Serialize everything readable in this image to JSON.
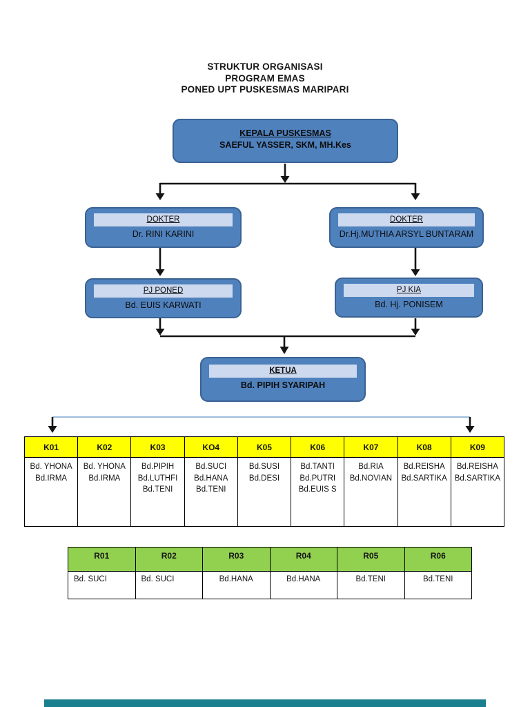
{
  "title": {
    "line1": "STRUKTUR ORGANISASI",
    "line2": "PROGRAM EMAS",
    "line3": "PONED UPT PUSKESMAS MARIPARI"
  },
  "org": {
    "kepala": {
      "role": "KEPALA PUSKESMAS",
      "name": "SAEFUL YASSER, SKM, MH.Kes"
    },
    "dokter_left": {
      "role": "DOKTER",
      "name": "Dr. RINI KARINI"
    },
    "dokter_right": {
      "role": "DOKTER",
      "name": "Dr.Hj.MUTHIA ARSYL BUNTARAM"
    },
    "pj_poned": {
      "role": "PJ PONED",
      "name": "Bd. EUIS KARWATI"
    },
    "pj_kia": {
      "role": "PJ KIA",
      "name": "Bd. Hj. PONISEM"
    },
    "ketua": {
      "role": "KETUA",
      "name": "Bd. PIPIH SYARIPAH"
    }
  },
  "k_table": {
    "headers": [
      "K01",
      "K02",
      "K03",
      "KO4",
      "K05",
      "K06",
      "K07",
      "K08",
      "K09"
    ],
    "cells": [
      "Bd. YHONA\nBd.IRMA",
      "Bd. YHONA\nBd.IRMA",
      "Bd.PIPIH\nBd.LUTHFI\nBd.TENI",
      "Bd.SUCI\nBd.HANA\nBd.TENI",
      "Bd.SUSI\nBd.DESI",
      "Bd.TANTI\nBd.PUTRI\nBd.EUIS S",
      "Bd.RIA\nBd.NOVIAN",
      "Bd.REISHA\nBd.SARTIKA",
      "Bd.REISHA\nBd.SARTIKA"
    ]
  },
  "r_table": {
    "headers": [
      "R01",
      "R02",
      "R03",
      "R04",
      "R05",
      "R06"
    ],
    "cells": [
      "Bd. SUCI",
      "Bd. SUCI",
      "Bd.HANA",
      "Bd.HANA",
      "Bd.TENI",
      "Bd.TENI"
    ]
  },
  "colors": {
    "box_fill": "#4f81bd",
    "box_border": "#3a6293",
    "strip_fill": "#cdd9ee",
    "k_header_bg": "#ffff00",
    "r_header_bg": "#92d050",
    "footer_bg": "#1a7f8e",
    "connector_blue": "#7ea6d2",
    "connector_black": "#141414"
  }
}
